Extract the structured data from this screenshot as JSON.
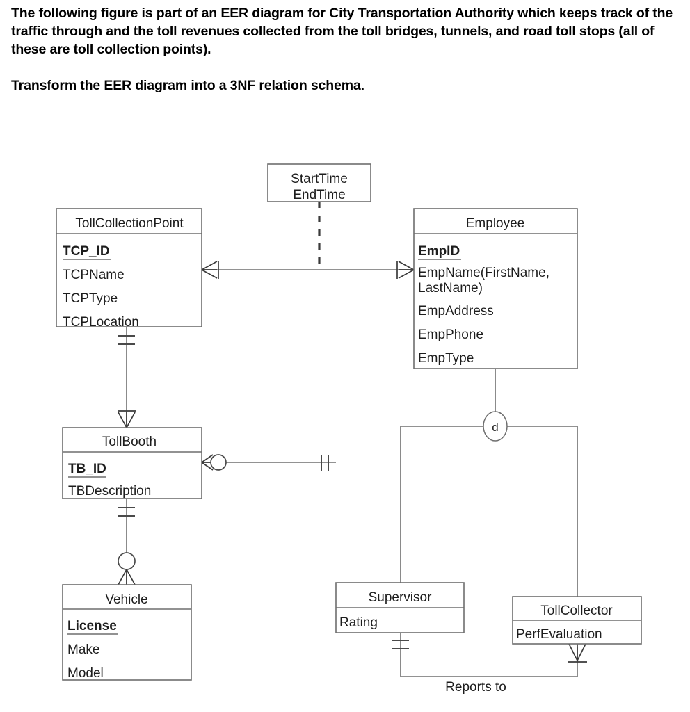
{
  "prompt": {
    "paragraph1": "The following figure is part of an EER diagram for City Transportation Authority which keeps track of the traffic through and the toll revenues collected from the toll bridges, tunnels, and road toll stops (all of these are toll collection points).",
    "paragraph2": "Transform the EER diagram into a 3NF relation schema."
  },
  "diagram": {
    "entities": {
      "toll_collection_point": {
        "title": "TollCollectionPoint",
        "attributes": [
          "TCP_ID",
          "TCPName",
          "TCPType",
          "TCPLocation"
        ],
        "primary_key": "TCP_ID"
      },
      "employee": {
        "title": "Employee",
        "attributes": [
          "EmpID",
          "EmpName(FirstName,",
          "LastName)",
          "EmpAddress",
          "EmpPhone",
          "EmpType"
        ],
        "primary_key": "EmpID"
      },
      "toll_booth": {
        "title": "TollBooth",
        "attributes": [
          "TB_ID",
          "TBDescription"
        ],
        "primary_key": "TB_ID"
      },
      "supervisor": {
        "title": "Supervisor",
        "attributes": [
          "Rating"
        ],
        "primary_key": ""
      },
      "toll_collector": {
        "title": "TollCollector",
        "attributes": [
          "PerfEvaluation"
        ],
        "primary_key": ""
      },
      "vehicle": {
        "title": "Vehicle",
        "attributes": [
          "License",
          "Make",
          "Model"
        ],
        "primary_key": "License"
      }
    },
    "associative_attribute_box": {
      "line1": "StartTime",
      "line2": "EndTime"
    },
    "specialization": {
      "symbol": "d",
      "meaning": "disjoint"
    },
    "relationship_labels": {
      "reports_to": "Reports to"
    },
    "colors": {
      "box_stroke": "#6e6e6e",
      "line": "#6e6e6e",
      "marker": "#3a3a3a",
      "text": "#1d1d1d",
      "background": "#ffffff"
    }
  }
}
